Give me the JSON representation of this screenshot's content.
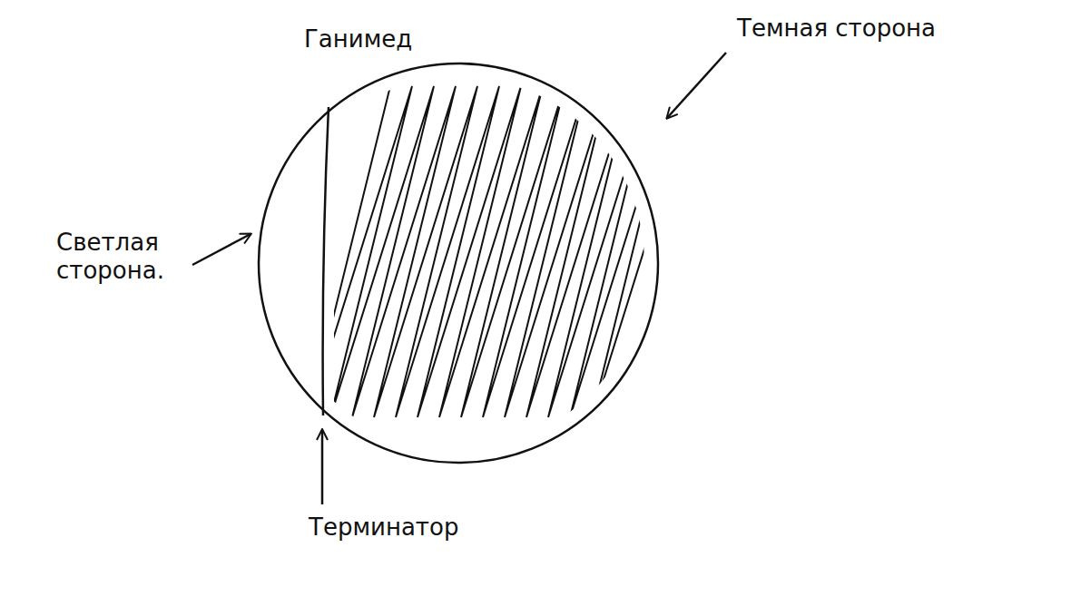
{
  "diagram": {
    "labels": [
      "Ганимед",
      "Темная сторона",
      "Светлая сторона.",
      "Терминатор"
    ]
  }
}
